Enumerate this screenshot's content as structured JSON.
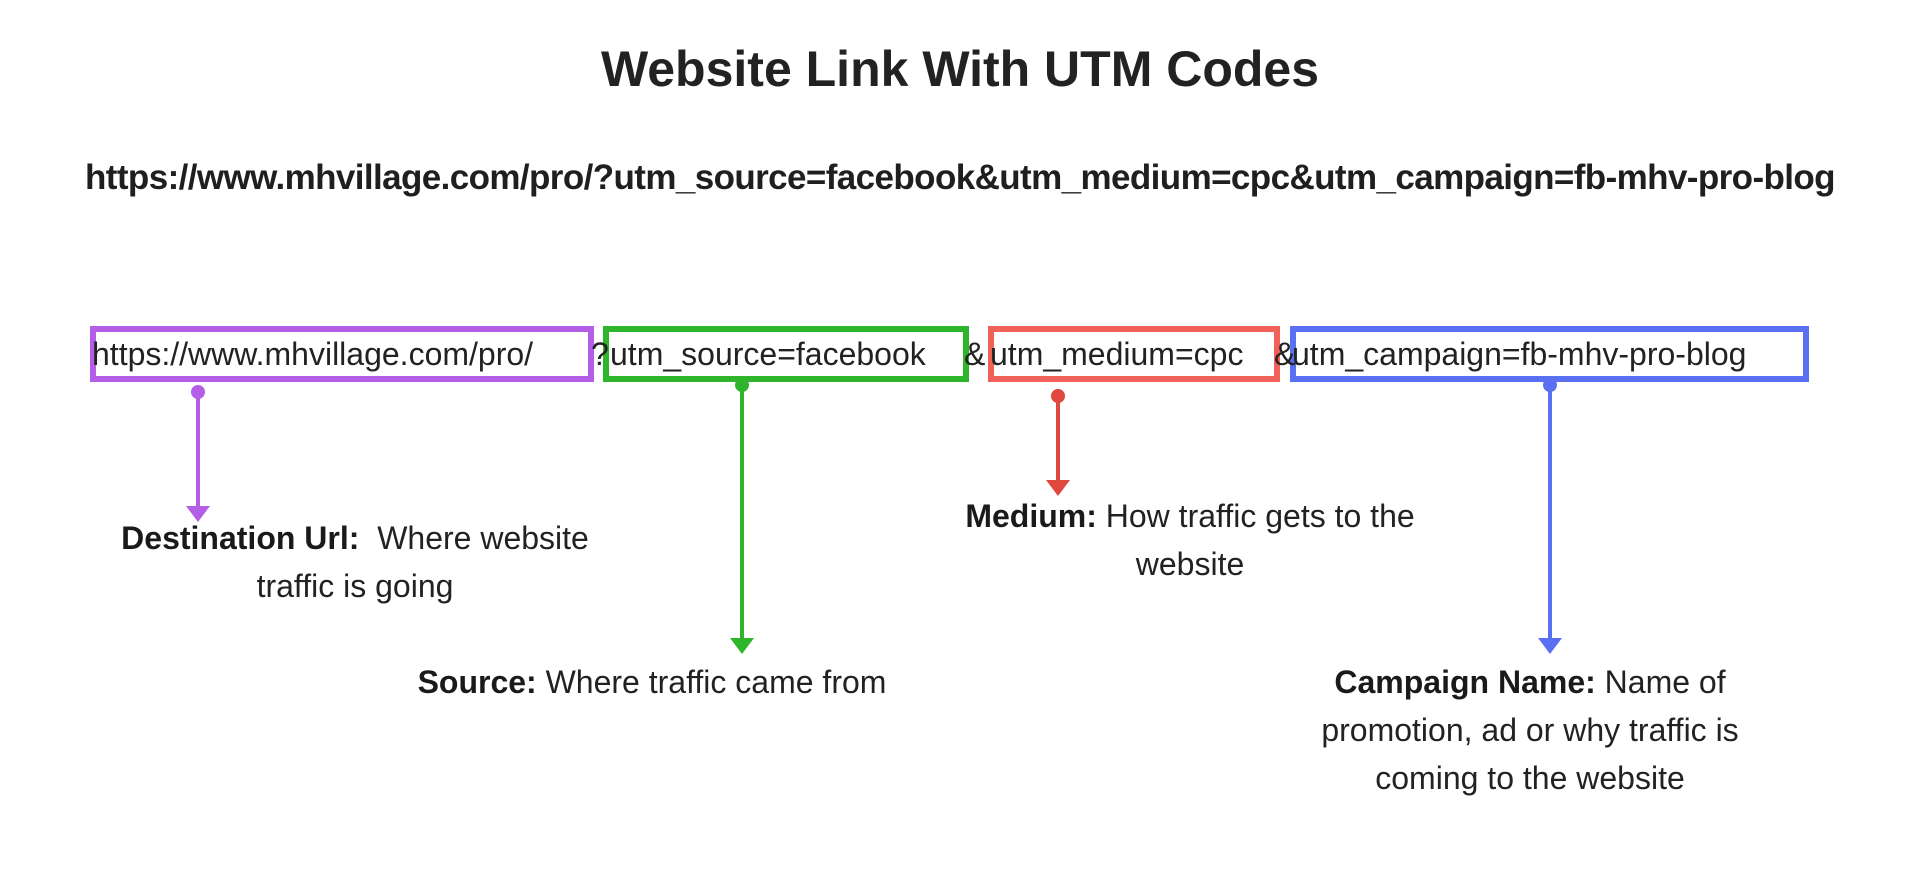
{
  "title": "Website Link With UTM Codes",
  "full_url": "https://www.mhvillage.com/pro/?utm_source=facebook&utm_medium=cpc&utm_campaign=fb-mhv-pro-blog",
  "segments": [
    {
      "id": "destination",
      "text": "https://www.mhvillage.com/pro/",
      "color": "#b45ee8"
    },
    {
      "id": "q",
      "text": "?"
    },
    {
      "id": "source",
      "text": "utm_source=facebook",
      "color": "#2fb52c"
    },
    {
      "id": "amp1",
      "text": "&"
    },
    {
      "id": "medium",
      "text": "utm_medium=cpc",
      "color": "#f2605b"
    },
    {
      "id": "amp2",
      "text": "&"
    },
    {
      "id": "campaign",
      "text": "utm_campaign=fb-mhv-pro-blog",
      "color": "#5a70f2"
    }
  ],
  "labels": {
    "destination": {
      "term": "Destination Url:",
      "desc_line1": "Where website",
      "desc_line2": "traffic is going"
    },
    "source": {
      "term": "Source:",
      "desc": "Where traffic came from"
    },
    "medium": {
      "term": "Medium:",
      "desc_line1": "How traffic gets to the",
      "desc_line2": "website"
    },
    "campaign": {
      "term": "Campaign Name:",
      "desc_line1": "Name of",
      "desc_line2": "promotion, ad or why traffic is",
      "desc_line3": "coming to the website"
    }
  },
  "colors": {
    "destination": "#b45ee8",
    "source": "#2fb52c",
    "medium": "#f2605b",
    "medium_arrow": "#e0483f",
    "campaign": "#5a70f2"
  }
}
